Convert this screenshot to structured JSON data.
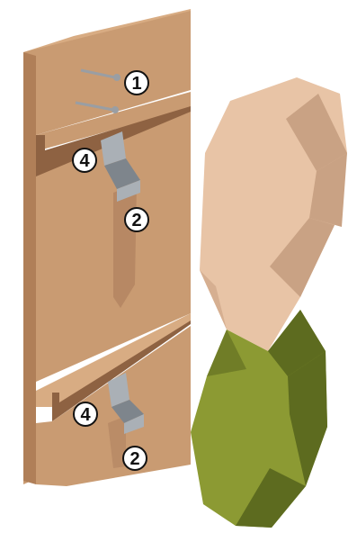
{
  "figure": {
    "callouts": [
      {
        "id": "screw",
        "label": "1"
      },
      {
        "id": "clip-top",
        "label": "4"
      },
      {
        "id": "clip-top-shadow",
        "label": "2"
      },
      {
        "id": "clip-bottom",
        "label": "4"
      },
      {
        "id": "clip-bottom-shadow",
        "label": "2"
      }
    ],
    "colors": {
      "board_front": "#c99b72",
      "board_top": "#d8ac83",
      "board_side": "#b07f58",
      "board_slot": "#8e6242",
      "clip": "#aab0b6",
      "clip_dark": "#7e858c",
      "screw": "#9a9ea3",
      "shadow": "#a8795a",
      "stone_top": "#e8c4a6",
      "stone_top_dark": "#c9a284",
      "stone_bottom": "#8c9a33",
      "stone_bottom_dark": "#5d6b1f"
    },
    "icons": [
      "screw-icon",
      "clip-icon"
    ]
  }
}
